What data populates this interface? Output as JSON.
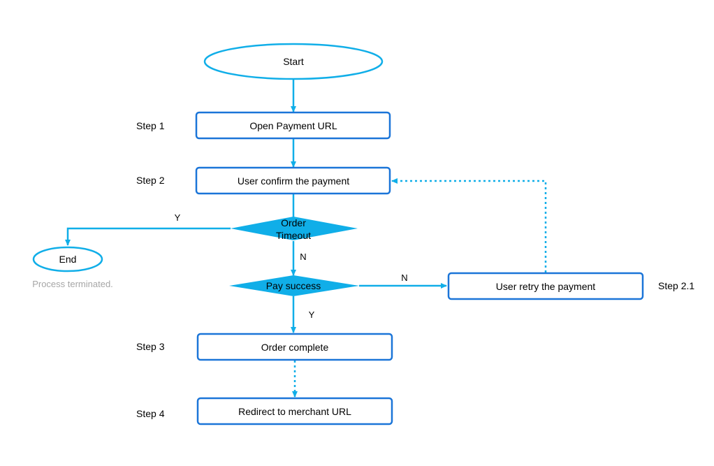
{
  "colors": {
    "stroke": "#1b75d8",
    "connector": "#10aee8",
    "decision_fill": "#10aee8",
    "note": "#a6a6a6"
  },
  "nodes": {
    "start": "Start",
    "open_payment_url": "Open Payment URL",
    "user_confirm": "User confirm the payment",
    "order_timeout_line1": "Order",
    "order_timeout_line2": "Timeout",
    "end": "End",
    "process_terminated": "Process terminated.",
    "pay_success": "Pay success",
    "user_retry": "User retry the payment",
    "order_complete": "Order complete",
    "redirect": "Redirect to merchant URL"
  },
  "steps": {
    "step1": "Step 1",
    "step2": "Step 2",
    "step21": "Step 2.1",
    "step3": "Step 3",
    "step4": "Step 4"
  },
  "branches": {
    "timeout_yes": "Y",
    "timeout_no": "N",
    "pay_no": "N",
    "pay_yes": "Y"
  }
}
